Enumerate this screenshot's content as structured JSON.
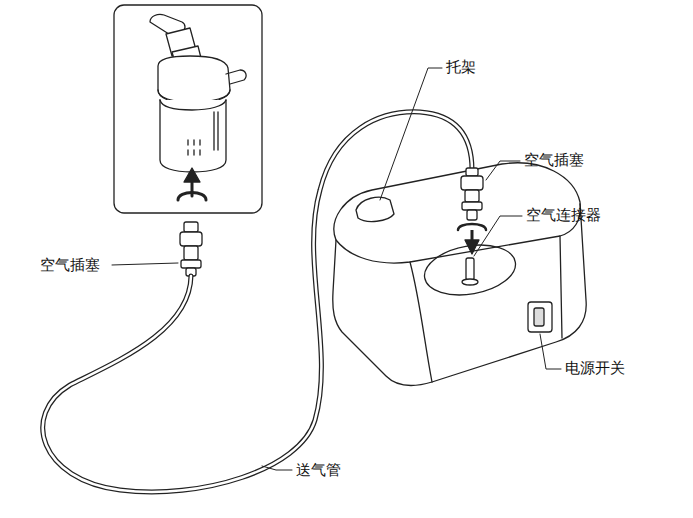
{
  "diagram": {
    "labels": [
      "托架",
      "空气插塞",
      "空气连接器",
      "空气插塞",
      "电源开关",
      "送气管"
    ]
  }
}
